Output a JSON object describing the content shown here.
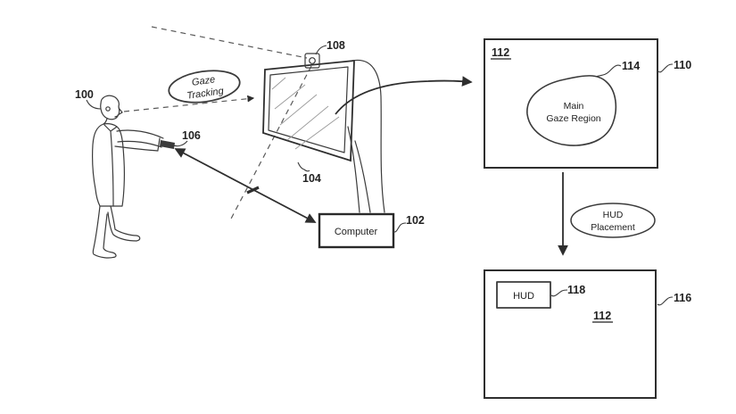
{
  "figure": {
    "refs": {
      "r100": "100",
      "r102": "102",
      "r104": "104",
      "r106": "106",
      "r108": "108",
      "r110": "110",
      "r112_top": "112",
      "r114": "114",
      "r116": "116",
      "r118": "118",
      "r112_bottom": "112"
    },
    "callouts": {
      "gaze_tracking": {
        "line1": "Gaze",
        "line2": "Tracking"
      },
      "hud_placement": {
        "line1": "HUD",
        "line2": "Placement"
      }
    },
    "boxes": {
      "computer": "Computer",
      "hud": "HUD",
      "main_gaze_region": {
        "line1": "Main",
        "line2": "Gaze Region"
      }
    },
    "colors": {
      "ink": "#3b3b3b",
      "box_stroke": "#2e2e2e",
      "dashed_ink": "#5a5a5a",
      "background": "#ffffff"
    }
  }
}
